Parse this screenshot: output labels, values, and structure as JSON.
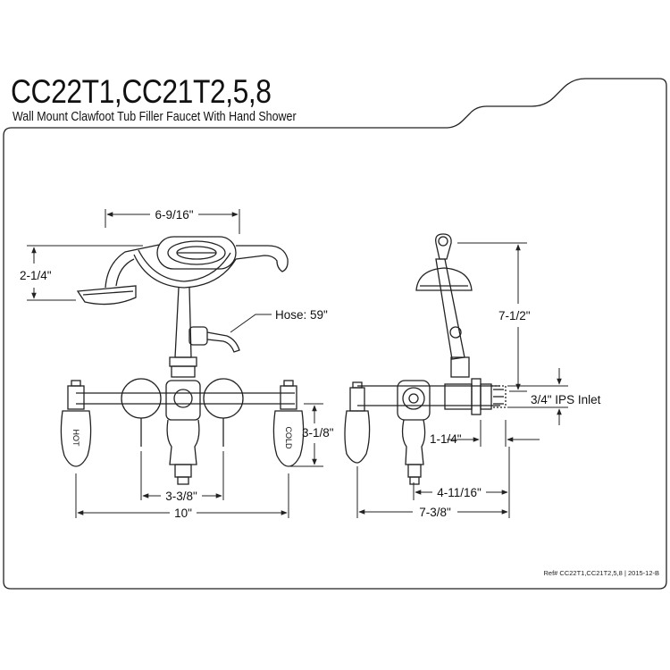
{
  "header": {
    "model": "CC22T1,CC21T2,5,8",
    "description": "Wall Mount Clawfoot Tub Filler Faucet With Hand Shower"
  },
  "front_view": {
    "dim_handshower_width": "6-9/16\"",
    "dim_handshower_height": "2-1/4\"",
    "hose_label": "Hose: 59\"",
    "dim_height": "3-1/8\"",
    "dim_spread": "3-3/8\"",
    "dim_overall_width": "10\"",
    "handle_left_label": "HOT",
    "handle_right_label": "COLD"
  },
  "side_view": {
    "dim_total_height": "7-1/2\"",
    "inlet_label": "3/4\" IPS Inlet",
    "dim_inlet_offset": "1-1/4\"",
    "dim_spout_reach": "4-11/16\"",
    "dim_overall_depth": "7-3/8\""
  },
  "footer": {
    "reference": "Ref# CC22T1,CC21T2,5,8 | 2015-12-B"
  },
  "colors": {
    "line": "#222222",
    "background": "#ffffff"
  }
}
